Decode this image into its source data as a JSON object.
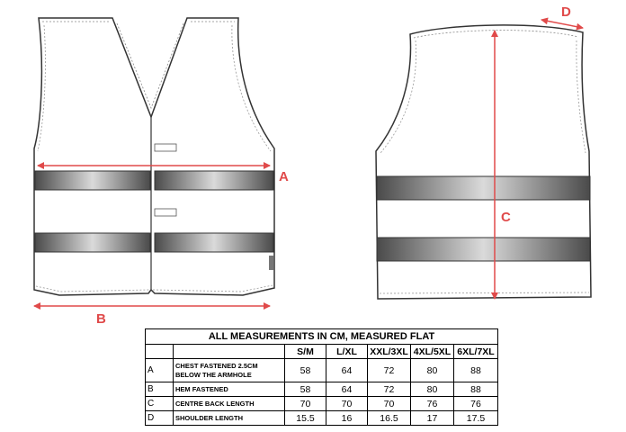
{
  "labels": {
    "a": "A",
    "b": "B",
    "c": "C",
    "d": "D"
  },
  "table": {
    "title": "ALL MEASUREMENTS IN CM, MEASURED FLAT",
    "sizes": [
      "S/M",
      "L/XL",
      "XXL/3XL",
      "4XL/5XL",
      "6XL/7XL"
    ],
    "rows": [
      {
        "code": "A",
        "desc_lines": [
          "CHEST FASTENED 2.5CM",
          "BELOW THE ARMHOLE"
        ],
        "values": [
          "58",
          "64",
          "72",
          "80",
          "88"
        ]
      },
      {
        "code": "B",
        "desc_lines": [
          "HEM FASTENED"
        ],
        "values": [
          "58",
          "64",
          "72",
          "80",
          "88"
        ]
      },
      {
        "code": "C",
        "desc_lines": [
          "CENTRE BACK LENGTH"
        ],
        "values": [
          "70",
          "70",
          "70",
          "76",
          "76"
        ]
      },
      {
        "code": "D",
        "desc_lines": [
          "SHOULDER LENGTH"
        ],
        "values": [
          "15.5",
          "16",
          "16.5",
          "17",
          "17.5"
        ]
      }
    ]
  },
  "colors": {
    "dimension": "#e04a4a",
    "stripe_dark": "#4a4a4a",
    "stripe_light": "#d6d6d6",
    "outline": "#333333"
  }
}
